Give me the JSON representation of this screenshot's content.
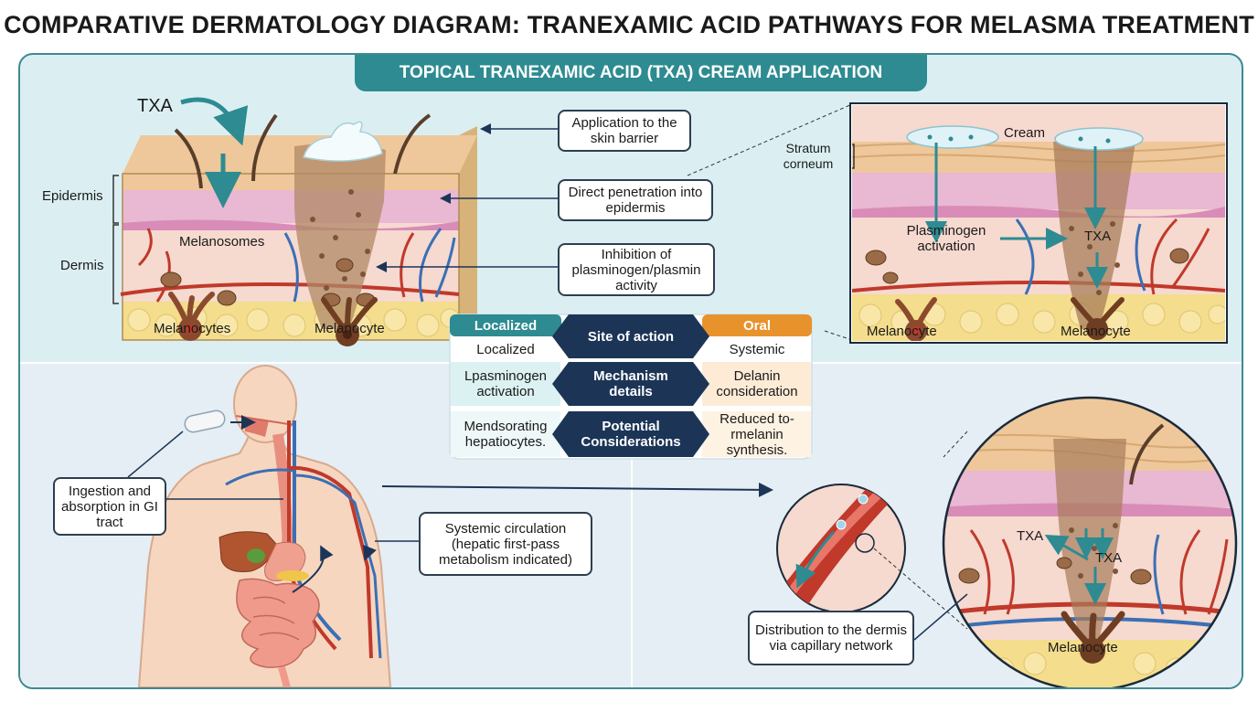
{
  "title": "COMPARATIVE DERMATOLOGY DIAGRAM: TRANEXAMIC ACID PATHWAYS FOR MELASMA TREATMENT",
  "topical": {
    "banner": "TOPICAL TRANEXAMIC ACID (TXA) CREAM APPLICATION",
    "txa_label": "TXA",
    "layers": {
      "epidermis": "Epidermis",
      "dermis": "Dermis"
    },
    "melanosomes": "Melanosomes",
    "melanocytes": "Melanocytes",
    "melanocyte": "Melanocyte",
    "steps": [
      "Application to the skin barrier",
      "Direct penetration into epidermis",
      "Inhibition of plasminogen/plasmin activity"
    ],
    "zoom": {
      "cream": "Cream",
      "stratum": "Stratum corneum",
      "plasminogen": "Plasminogen activation",
      "txa": "TXA",
      "melanocyte_left": "Melanocyte",
      "melanocyte_right": "Melanocyte"
    }
  },
  "comparison": {
    "left_header": "Localized",
    "right_header": "Oral",
    "rows": [
      {
        "left": "Localized",
        "middle": "Site of action",
        "right": "Systemic"
      },
      {
        "left": "Lpasminogen activation",
        "middle": "Mechanism details",
        "right": "Delanin consideration"
      },
      {
        "left": "Mendsorating hepatiocytes.",
        "middle": "Potential Considerations",
        "right": "Reduced to-rmelanin synthesis."
      }
    ],
    "colors": {
      "teal": "#2d8b91",
      "navy": "#1c3557",
      "orange": "#e8922c"
    }
  },
  "oral": {
    "ingestion": "Ingestion and absorption in GI tract",
    "circulation": "Systemic circulation (hepatic first-pass metabolism indicated)",
    "distribution": "Distribution to the dermis via capillary network",
    "txa_a": "TXA",
    "txa_b": "TXA",
    "melanocyte": "Melanocyte"
  }
}
